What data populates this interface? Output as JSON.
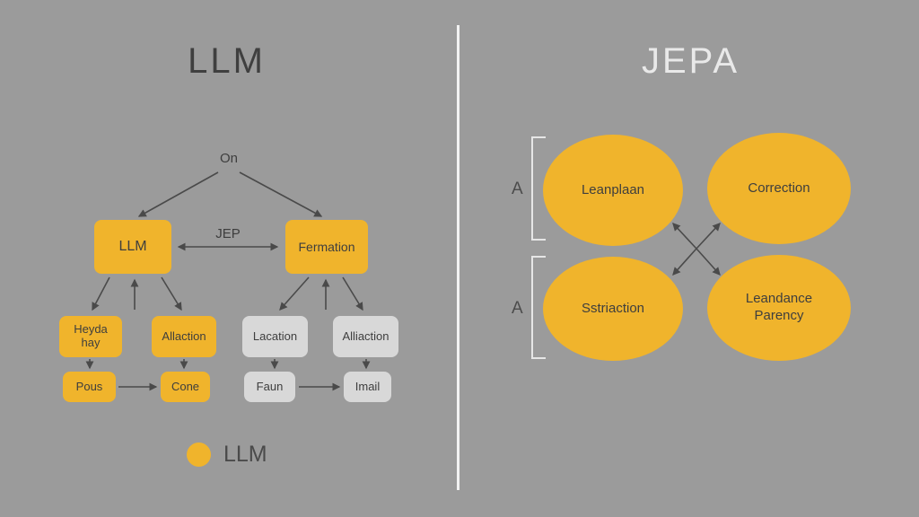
{
  "left_panel": {
    "title": "LLM",
    "tree": {
      "root_label": "On",
      "edge_label": "JEP",
      "llm_box": "LLM",
      "fermation_box": "Fermation",
      "heyda_line1": "Heyda",
      "heyda_line2": "hay",
      "allaction_box": "Allaction",
      "pous_box": "Pous",
      "cone_box": "Cone",
      "lacation_box": "Lacation",
      "alliaction_box": "Alliaction",
      "faun_box": "Faun",
      "imail_box": "Imail"
    },
    "legend": {
      "label": "LLM",
      "swatch_color": "#f0b42c"
    }
  },
  "right_panel": {
    "title": "JEPA",
    "brackets": {
      "top_label": "A",
      "bottom_label": "A"
    },
    "ellipses": {
      "top_left": "Leanplaan",
      "top_right": "Correction",
      "bottom_left": "Sstriaction",
      "bottom_right_line1": "Leandance",
      "bottom_right_line2": "Parency"
    }
  },
  "colors": {
    "background": "#9b9b9b",
    "accent_yellow": "#f0b42c",
    "gray_box": "#d8d8d8",
    "text_dark": "#3e3e3e",
    "arrow": "#4a4a4a",
    "divider": "#f2f2f2"
  }
}
